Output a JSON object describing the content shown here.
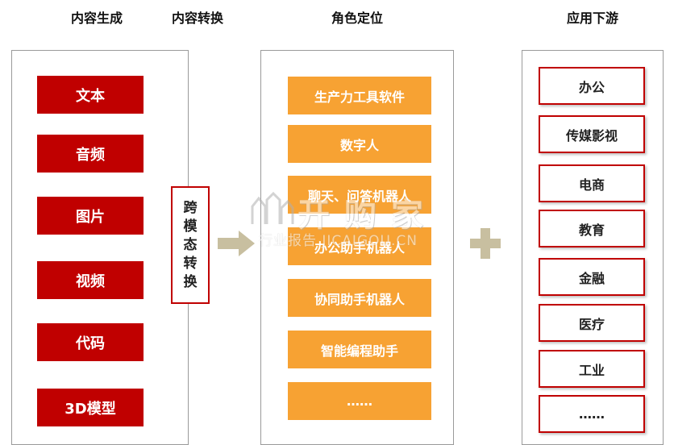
{
  "headers": {
    "generation": "内容生成",
    "conversion": "内容转换",
    "positioning": "角色定位",
    "downstream": "应用下游"
  },
  "generation_items": [
    "文本",
    "音频",
    "图片",
    "视频",
    "代码",
    "3D模型"
  ],
  "conversion_label": "跨模态转换",
  "role_items": [
    "生产力工具软件",
    "数字人",
    "聊天、问答机器人",
    "办公助手机器人",
    "协同助手机器人",
    "智能编程助手",
    "……"
  ],
  "downstream_items": [
    "办公",
    "传媒影视",
    "电商",
    "教育",
    "金融",
    "医疗",
    "工业",
    "……"
  ],
  "watermark": {
    "name": "开 购 家",
    "sub": "行业报告 JICAIGOU.CN"
  },
  "colors": {
    "red": "#c00000",
    "orange": "#f7a233",
    "arrow": "#c8bfa0",
    "plus": "#c8bfa0"
  }
}
